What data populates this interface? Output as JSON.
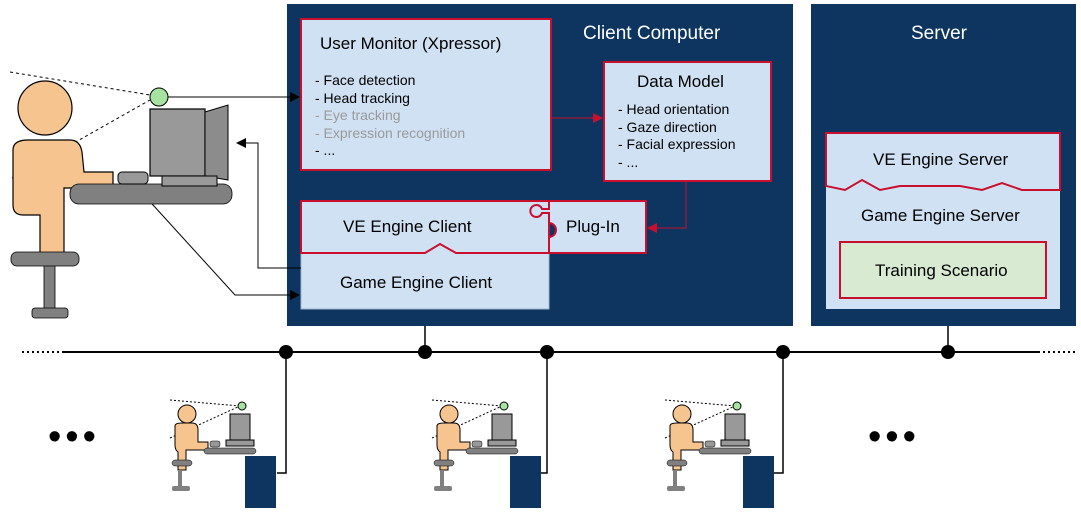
{
  "client_computer": {
    "title": "Client Computer",
    "user_monitor": {
      "title": "User Monitor (Xpressor)",
      "items": [
        {
          "label": "- Face detection",
          "active": true
        },
        {
          "label": "- Head tracking",
          "active": true
        },
        {
          "label": "- Eye tracking",
          "active": false
        },
        {
          "label": "- Expression recognition",
          "active": false
        },
        {
          "label": "- ...",
          "active": true
        }
      ]
    },
    "data_model": {
      "title": "Data Model",
      "items": [
        "- Head orientation",
        "- Gaze direction",
        "- Facial expression",
        "- ..."
      ]
    },
    "ve_engine_client": "VE Engine Client",
    "plugin": "Plug-In",
    "game_engine_client": "Game Engine Client"
  },
  "server": {
    "title": "Server",
    "ve_engine_server": "VE Engine Server",
    "game_engine_server": "Game Engine Server",
    "training_scenario": "Training Scenario"
  },
  "network": {
    "left_ellipsis": "•••",
    "right_ellipsis": "•••"
  },
  "colors": {
    "navy": "#0e3460",
    "box_fill": "#cfe1f3",
    "red": "#c8102e",
    "skin": "#f6c48f",
    "monitor_gray": "#999999",
    "desk_gray": "#808080",
    "webcam_green": "#a6e3a1",
    "scenario_fill": "#d9ead3",
    "inactive_text": "#9a9a9a"
  }
}
